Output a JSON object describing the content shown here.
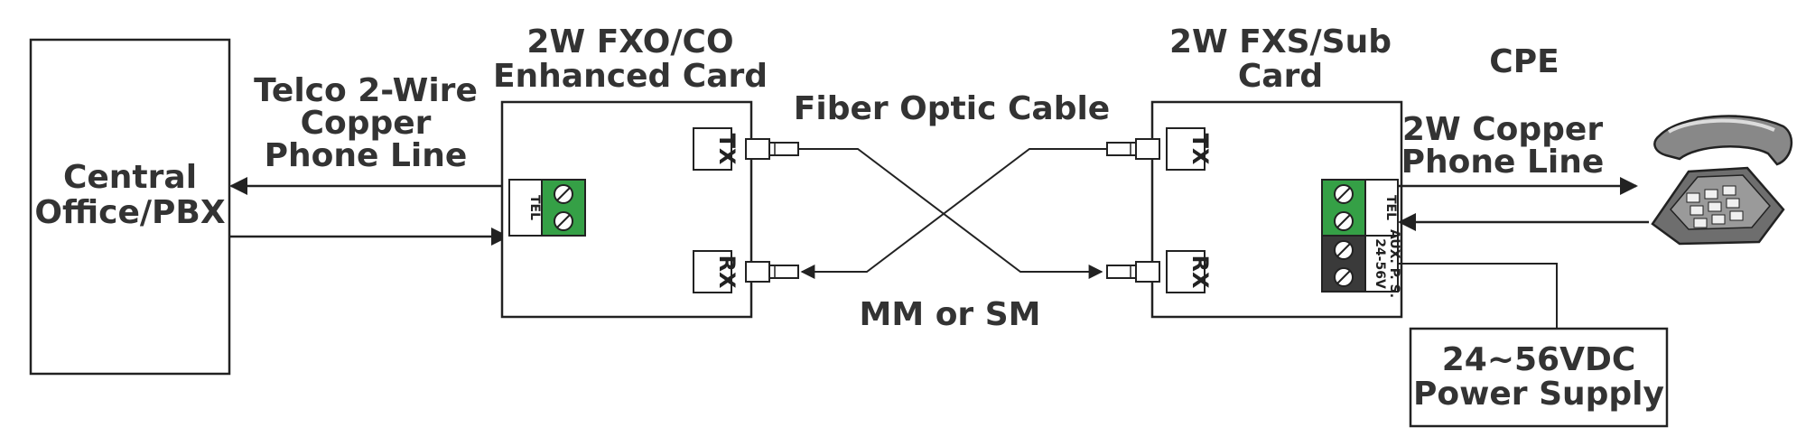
{
  "central_office": {
    "line1": "Central",
    "line2": "Office/PBX"
  },
  "telco_label": {
    "line1": "Telco 2-Wire",
    "line2": "Copper",
    "line3": "Phone Line"
  },
  "fxo_card": {
    "title1": "2W FXO/CO",
    "title2": "Enhanced Card",
    "tel": "TEL",
    "tx": "TX",
    "rx": "RX"
  },
  "fiber": {
    "label": "Fiber Optic Cable",
    "mode": "MM or SM"
  },
  "fxs_card": {
    "title1": "2W FXS/Sub",
    "title2": "Card",
    "tel": "TEL",
    "tx": "TX",
    "rx": "RX",
    "aux1": "24-56V",
    "aux2": "AUX. P. S."
  },
  "cpe": {
    "label": "CPE",
    "copper1": "2W Copper",
    "copper2": "Phone Line"
  },
  "power_supply": {
    "line1": "24~56VDC",
    "line2": "Power Supply"
  },
  "colors": {
    "terminal_green": "#35a046",
    "terminal_dark": "#3a3a3a",
    "text": "#333333"
  }
}
